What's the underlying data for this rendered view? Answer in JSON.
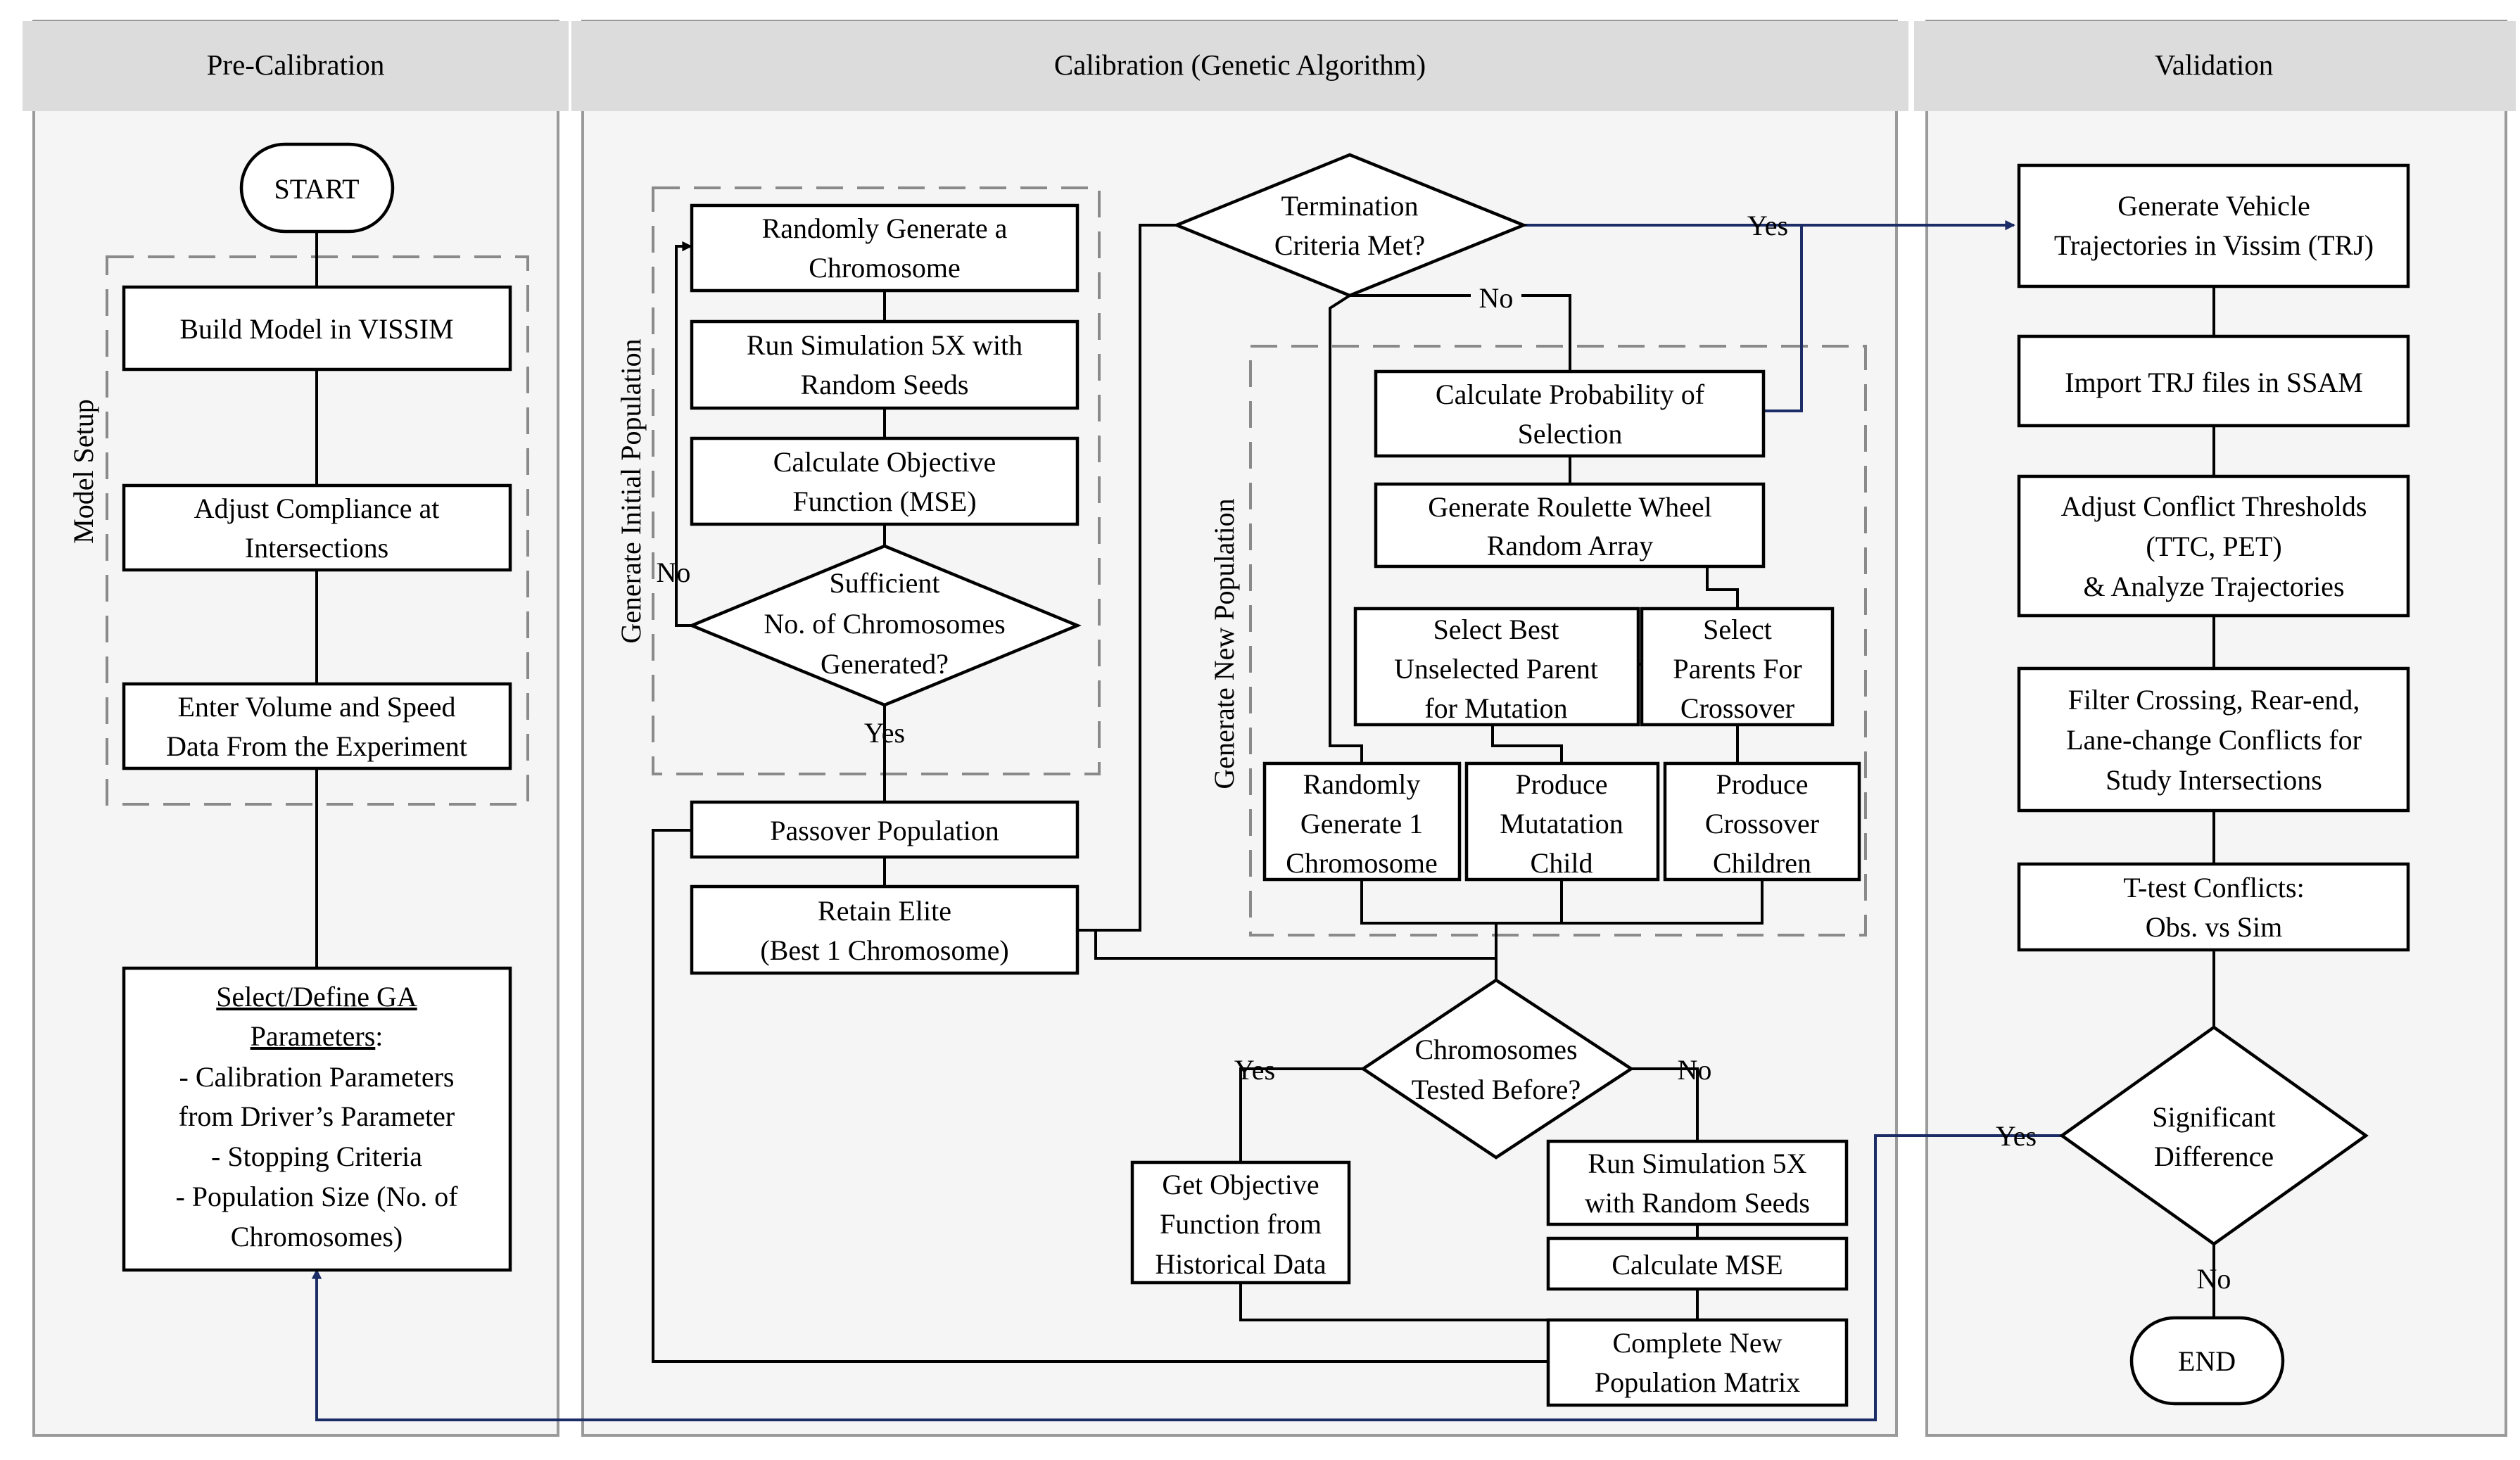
{
  "lanes": {
    "pre": "Pre-Calibration",
    "cal": "Calibration (Genetic Algorithm)",
    "val": "Validation"
  },
  "groups": {
    "model_setup": "Model Setup",
    "gen_initial": "Generate Initial Population",
    "gen_new": "Generate New Population"
  },
  "pre": {
    "start": "START",
    "build": "Build Model in VISSIM",
    "adjust": [
      "Adjust Compliance at",
      "Intersections"
    ],
    "enter": [
      "Enter Volume and Speed",
      "Data From the Experiment"
    ],
    "params_title": [
      "Select/Define GA",
      "Parameters"
    ],
    "params_colon": ":",
    "params_items": [
      "-  Calibration Parameters",
      "from Driver’s Parameter",
      "- Stopping Criteria",
      "- Population Size (No. of",
      "Chromosomes)"
    ]
  },
  "cal": {
    "rand_gen": [
      "Randomly Generate a",
      "Chromosome"
    ],
    "run_sim": [
      "Run Simulation 5X with",
      "Random Seeds"
    ],
    "calc_obj": [
      "Calculate Objective",
      "Function (MSE)"
    ],
    "sufficient": [
      "Sufficient",
      "No. of Chromosomes",
      "Generated?"
    ],
    "passover": "Passover Population",
    "retain": [
      "Retain Elite",
      "(Best 1 Chromosome)"
    ],
    "termination": [
      "Termination",
      "Criteria Met?"
    ],
    "calc_prob": [
      "Calculate Probability of",
      "Selection"
    ],
    "roulette": [
      "Generate Roulette Wheel",
      "Random Array"
    ],
    "select_best": [
      "Select Best",
      "Unselected Parent",
      "for Mutation"
    ],
    "select_parents": [
      "Select",
      "Parents For",
      "Crossover"
    ],
    "rand_gen1": [
      "Randomly",
      "Generate 1",
      "Chromosome"
    ],
    "mutation_child": [
      "Produce",
      "Mutatation",
      "Child"
    ],
    "crossover_children": [
      "Produce",
      "Crossover",
      "Children"
    ],
    "tested": [
      "Chromosomes",
      "Tested Before?"
    ],
    "get_obj": [
      "Get Objective",
      "Function from",
      "Historical Data"
    ],
    "run_sim2": [
      "Run Simulation 5X",
      "with Random Seeds"
    ],
    "calc_mse": "Calculate MSE",
    "complete": [
      "Complete New",
      "Population Matrix"
    ]
  },
  "val": {
    "gen_traj": [
      "Generate Vehicle",
      "Trajectories in Vissim (TRJ)"
    ],
    "import": "Import TRJ files in SSAM",
    "adjust_thr": [
      "Adjust Conflict Thresholds",
      "(TTC, PET)",
      "& Analyze Trajectories"
    ],
    "filter": [
      "Filter Crossing, Rear-end,",
      "Lane-change Conflicts for",
      "Study Intersections"
    ],
    "ttest": [
      "T-test Conflicts:",
      "Obs. vs Sim"
    ],
    "significant": [
      "Significant",
      "Difference"
    ],
    "end": "END"
  },
  "labels": {
    "yes": "Yes",
    "no": "No"
  },
  "colors": {
    "lane_background": "#f5f5f5",
    "lane_header": "#dcdcdc",
    "arrow_blue": "#1b2c66"
  }
}
